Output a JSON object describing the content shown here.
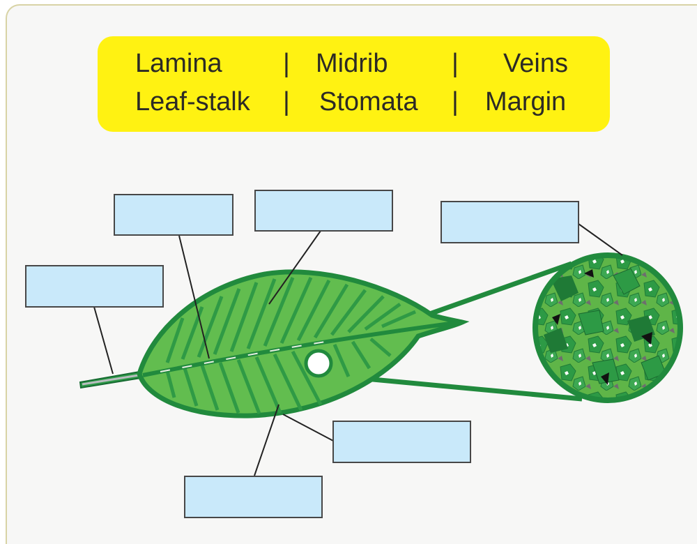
{
  "word_bank": {
    "row1": [
      "Lamina",
      "Midrib",
      "Veins"
    ],
    "row2": [
      "Leaf-stalk",
      "Stomata",
      "Margin"
    ],
    "separator": "|"
  },
  "colors": {
    "word_bank_bg": "#fff212",
    "label_box_fill": "#c9e9fa",
    "leaf_light": "#62bd4f",
    "leaf_dark": "#218a3d",
    "frame_border": "#d8d3a5"
  },
  "label_boxes": [
    {
      "id": "label-box-1",
      "text": ""
    },
    {
      "id": "label-box-2",
      "text": ""
    },
    {
      "id": "label-box-3",
      "text": ""
    },
    {
      "id": "label-box-4",
      "text": ""
    },
    {
      "id": "label-box-5",
      "text": ""
    },
    {
      "id": "label-box-6",
      "text": ""
    }
  ]
}
